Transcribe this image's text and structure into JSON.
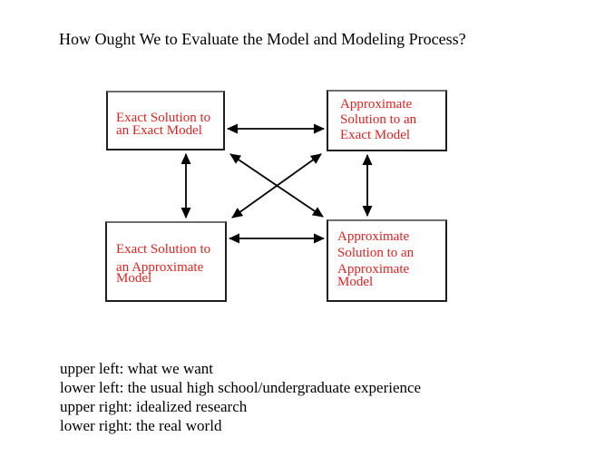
{
  "title": "How Ought We to Evaluate the Model and Modeling Process?",
  "colors": {
    "background": "#ffffff",
    "title_text": "#000000",
    "box_text": "#e02222",
    "box_border": "#1f1f1f",
    "arrow": "#000000"
  },
  "diagram": {
    "boxes": [
      {
        "id": "upper-left",
        "lines": [
          "Exact Solution to",
          "an Exact Model"
        ]
      },
      {
        "id": "upper-right",
        "lines": [
          "Approximate",
          "Solution to an",
          "Exact Model"
        ]
      },
      {
        "id": "lower-left",
        "lines": [
          "Exact Solution to",
          "an Approximate",
          "Model"
        ]
      },
      {
        "id": "lower-right",
        "lines": [
          "Approximate",
          "Solution to an",
          "Approximate",
          "Model"
        ]
      }
    ],
    "connections": [
      {
        "from": "upper-left",
        "to": "upper-right",
        "style": "bidirectional-arrow"
      },
      {
        "from": "lower-left",
        "to": "lower-right",
        "style": "bidirectional-arrow"
      },
      {
        "from": "upper-left",
        "to": "lower-left",
        "style": "bidirectional-arrow"
      },
      {
        "from": "upper-right",
        "to": "lower-right",
        "style": "bidirectional-arrow"
      },
      {
        "from": "upper-left",
        "to": "lower-right",
        "style": "bidirectional-arrow"
      },
      {
        "from": "upper-right",
        "to": "lower-left",
        "style": "bidirectional-arrow"
      }
    ]
  },
  "legend": {
    "lines": [
      "upper left: what we want",
      "lower left: the usual high school/undergraduate experience",
      "upper right: idealized research",
      "lower right: the real world"
    ]
  }
}
